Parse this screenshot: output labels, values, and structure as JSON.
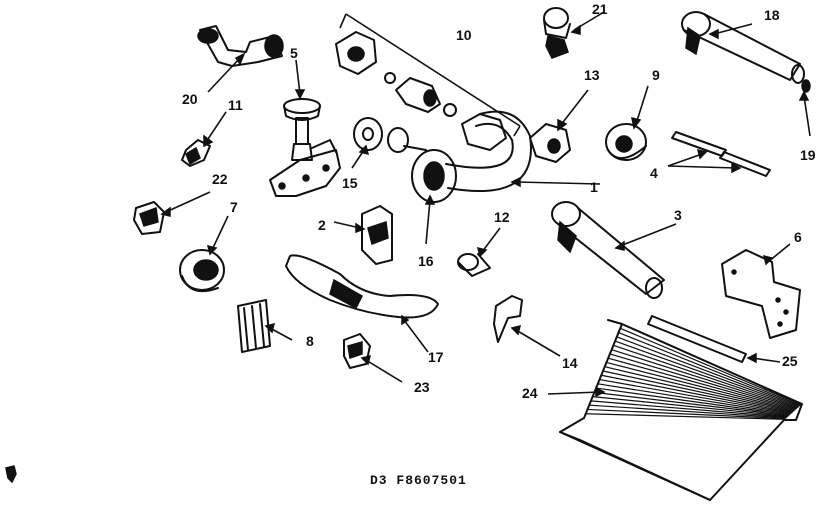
{
  "diagram_code": "D3 F8607501",
  "callouts": [
    {
      "id": "p1",
      "label": "1"
    },
    {
      "id": "p2",
      "label": "2"
    },
    {
      "id": "p3",
      "label": "3"
    },
    {
      "id": "p4",
      "label": "4"
    },
    {
      "id": "p5",
      "label": "5"
    },
    {
      "id": "p6",
      "label": "6"
    },
    {
      "id": "p7",
      "label": "7"
    },
    {
      "id": "p8",
      "label": "8"
    },
    {
      "id": "p9",
      "label": "9"
    },
    {
      "id": "p10",
      "label": "10"
    },
    {
      "id": "p11",
      "label": "11"
    },
    {
      "id": "p12",
      "label": "12"
    },
    {
      "id": "p13",
      "label": "13"
    },
    {
      "id": "p14",
      "label": "14"
    },
    {
      "id": "p15",
      "label": "15"
    },
    {
      "id": "p16",
      "label": "16"
    },
    {
      "id": "p17",
      "label": "17"
    },
    {
      "id": "p18",
      "label": "18"
    },
    {
      "id": "p19",
      "label": "19"
    },
    {
      "id": "p20",
      "label": "20"
    },
    {
      "id": "p21",
      "label": "21"
    },
    {
      "id": "p22",
      "label": "22"
    },
    {
      "id": "p23",
      "label": "23"
    },
    {
      "id": "p24",
      "label": "24"
    },
    {
      "id": "p25",
      "label": "25"
    }
  ]
}
